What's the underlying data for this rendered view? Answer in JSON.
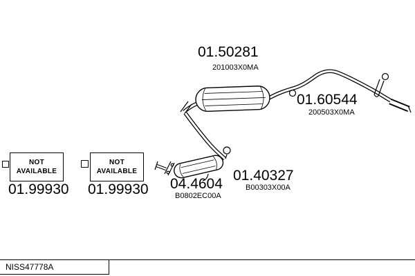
{
  "parts": {
    "rear_muffler": {
      "number": "01.50281",
      "ref": "201003X0MA"
    },
    "tail_pipe": {
      "number": "01.60544",
      "ref": "200503X0MA"
    },
    "center_pipe": {
      "number": "01.40327",
      "ref": "B00303X00A"
    },
    "catalyst": {
      "number": "04.4604",
      "ref": "B0802EC00A"
    },
    "front_left": {
      "number": "01.99930"
    },
    "front_right": {
      "number": "01.99930"
    }
  },
  "not_available": {
    "line1": "NOT",
    "line2": "AVAILABLE"
  },
  "footer": {
    "code": "NISS47778A"
  }
}
